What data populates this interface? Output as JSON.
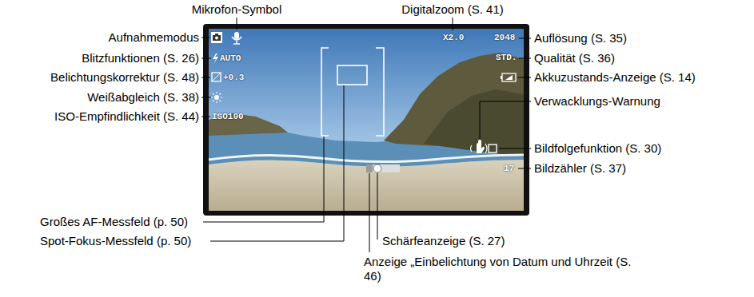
{
  "diagram": {
    "labels": [
      "Mikrofon-Symbol",
      "Digitalzoom (S. 41)",
      "Aufnahmemodus",
      "Auflösung (S. 35)",
      "Blitzfunktionen (S. 26)",
      "Qualität (S. 36)",
      "Belichtungskorrektur (S. 48)",
      "Akkuzustands-Anzeige (S. 14)",
      "Weißabgleich (S. 38)",
      "Verwacklungs-Warnung",
      "ISO-Empfindlichkeit (S. 44)",
      "Bildfolgefunktion (S. 30)",
      "Bildzähler (S. 37)",
      "Großes AF-Messfeld (p. 50)",
      "Schärfeanzeige (S. 27)",
      "Spot-Fokus-Messfeld (p. 50)",
      "Anzeige „Einbelichtung von Datum und Uhrzeit (S. 46)",
      "X2.0",
      "2048",
      "AUTO",
      "STD.",
      "+0.3",
      "ISO100",
      "17"
    ]
  }
}
